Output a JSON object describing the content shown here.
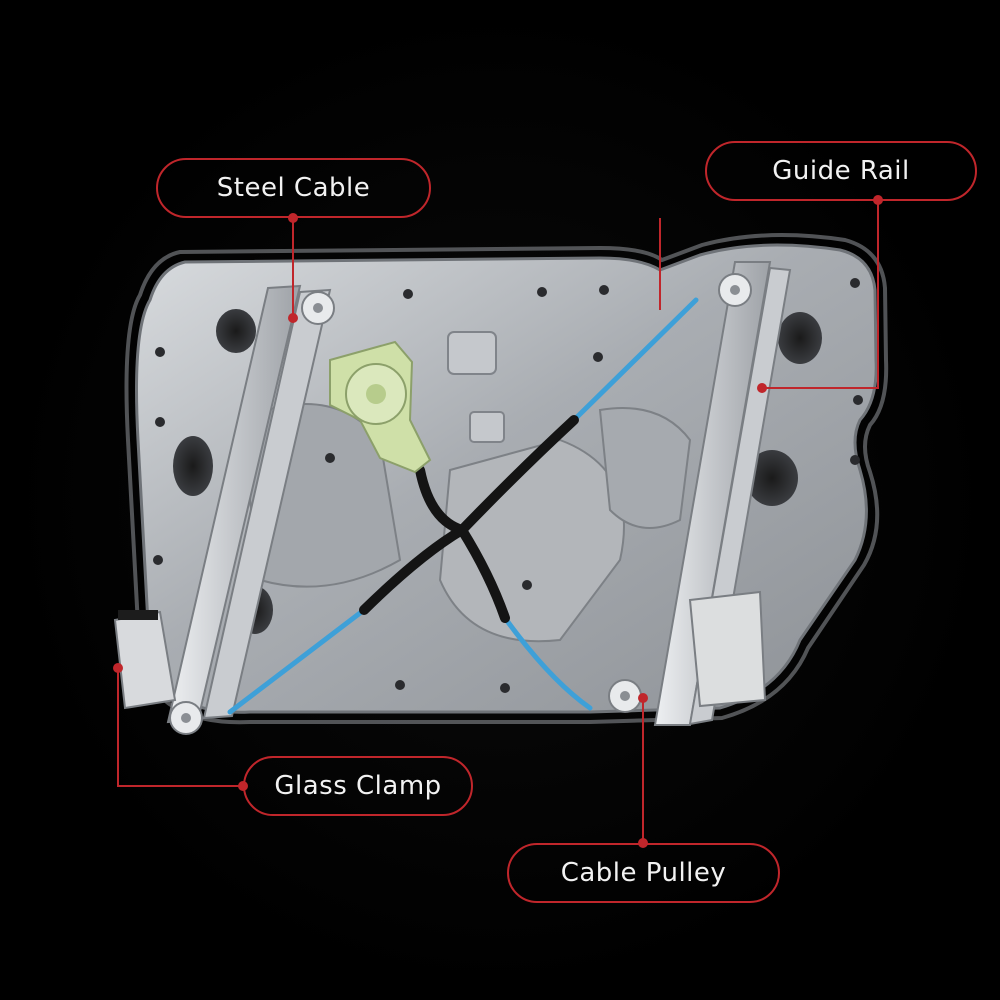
{
  "callouts": {
    "steel_cable": "Steel Cable",
    "guide_rail": "Guide Rail",
    "glass_clamp": "Glass Clamp",
    "cable_pulley": "Cable Pulley"
  },
  "colors": {
    "background": "#000000",
    "accent_red": "#c0262b",
    "cable_blue": "#3ea0d8",
    "plate_silver": "#b9bcc0",
    "motor_green": "#cfe0a8"
  }
}
